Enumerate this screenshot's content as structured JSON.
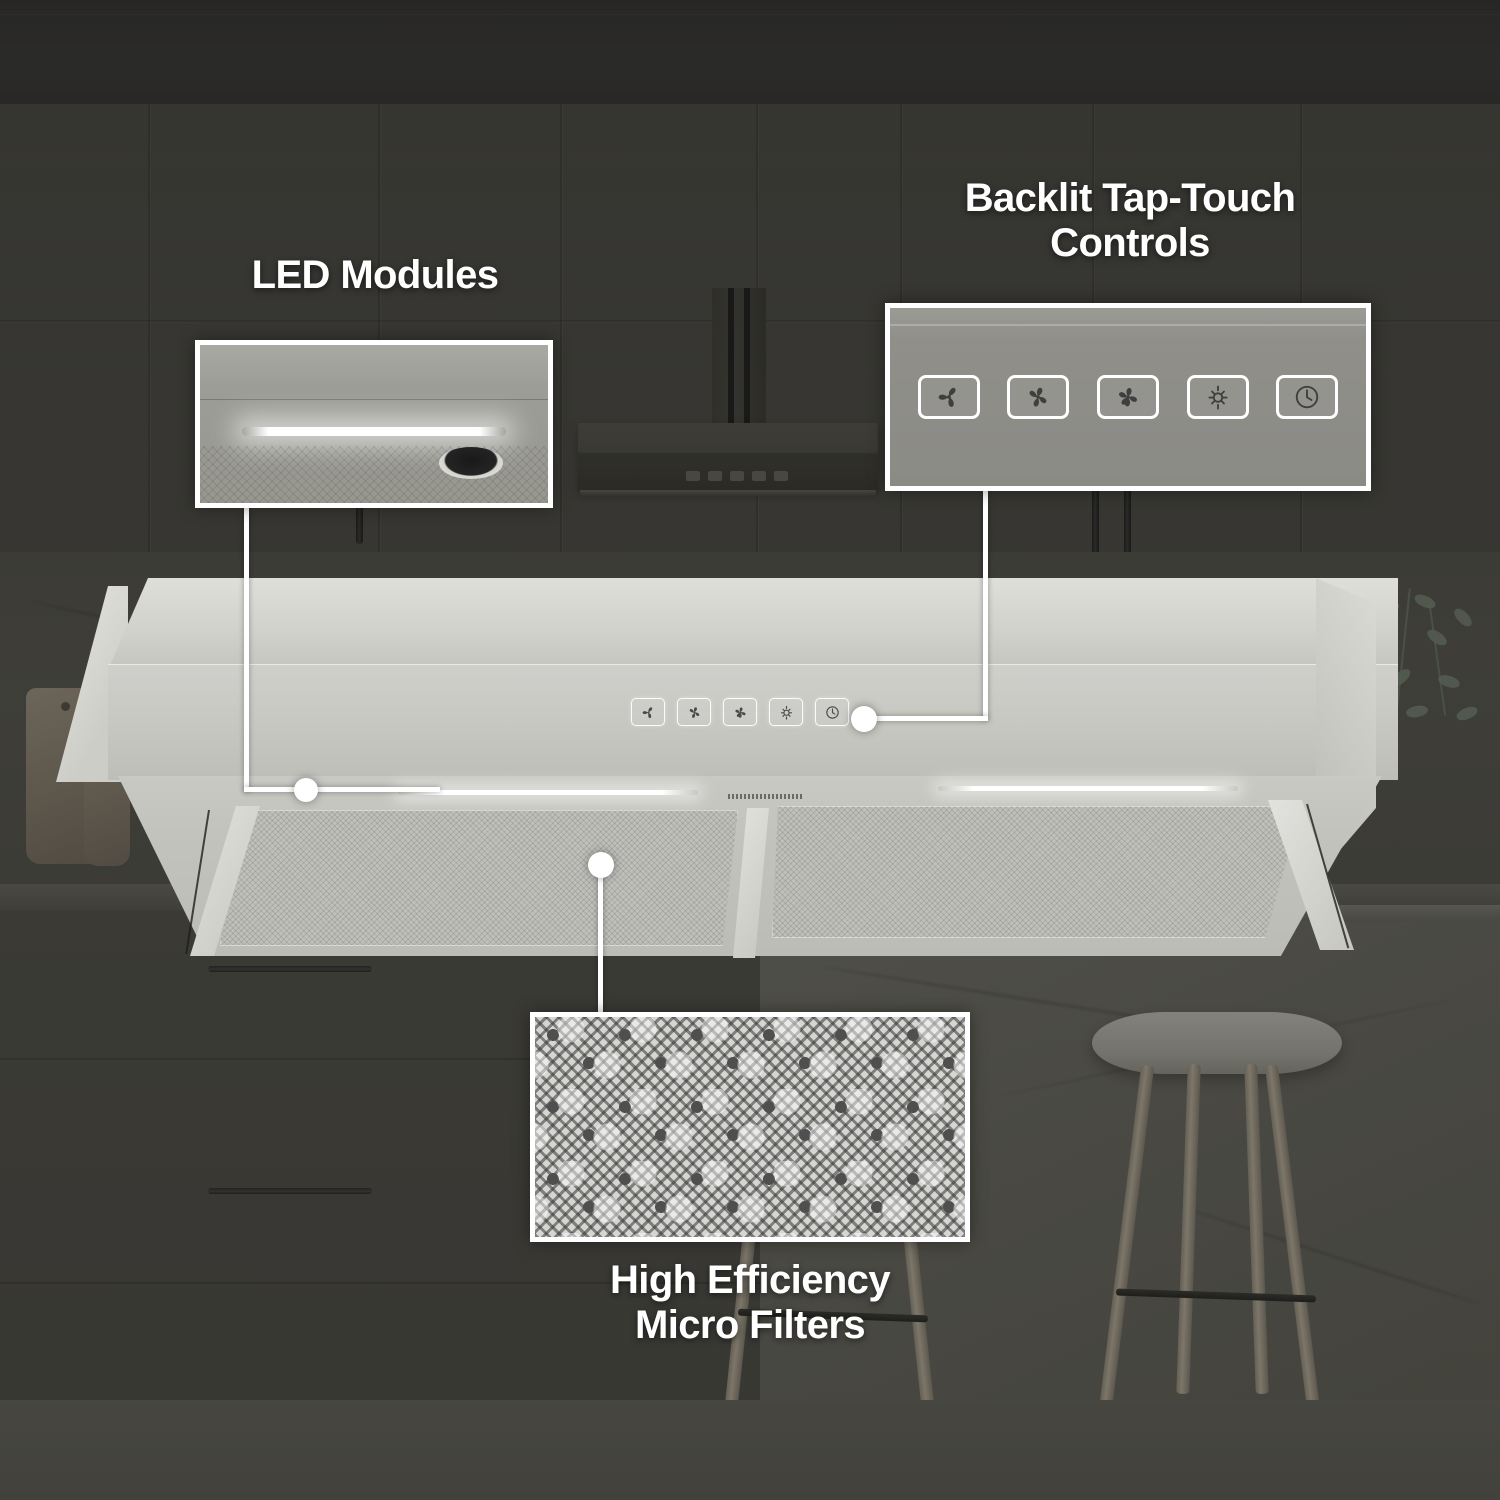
{
  "page": {
    "kind": "product-feature-infographic",
    "subject": "under-cabinet range hood",
    "background_tint": "#3a3a38",
    "accent_color": "#ffffff"
  },
  "callouts": [
    {
      "id": "led-modules",
      "title": "LED Modules",
      "title_lines": "LED Modules",
      "zoom_content": "illuminated-led-light-bar-and-recessed-lamp"
    },
    {
      "id": "backlit-controls",
      "title": "Backlit Tap-Touch\nControls",
      "title_lines": "Backlit Tap-Touch\nControls",
      "zoom_content": "five-backlit-touch-buttons"
    },
    {
      "id": "micro-filters",
      "title": "High Efficiency\nMicro Filters",
      "title_lines": "High Efficiency\nMicro Filters",
      "zoom_content": "aluminium-micro-mesh-filter-weave"
    }
  ],
  "control_panel": {
    "buttons": [
      {
        "id": "fan-low",
        "icon": "fan-3-blade-icon",
        "label": "Fan Speed Low"
      },
      {
        "id": "fan-medium",
        "icon": "fan-4-blade-icon",
        "label": "Fan Speed Medium"
      },
      {
        "id": "fan-high",
        "icon": "fan-5-blade-icon",
        "label": "Fan Speed High"
      },
      {
        "id": "light",
        "icon": "sun-light-icon",
        "label": "Light"
      },
      {
        "id": "timer",
        "icon": "clock-timer-icon",
        "label": "Timer"
      }
    ]
  },
  "product": {
    "led_strip_label": "LED light bar",
    "recessed_lamp_label": "recessed lamp",
    "filter_panel_label": "micro mesh filter panel",
    "brand_badge": ""
  },
  "scene": {
    "elements": [
      "upper-cabinets",
      "background-range-hood",
      "marble-backsplash",
      "lower-cabinets",
      "kitchen-island",
      "bar-stool",
      "potted-plant",
      "wooden-cutting-boards"
    ]
  }
}
